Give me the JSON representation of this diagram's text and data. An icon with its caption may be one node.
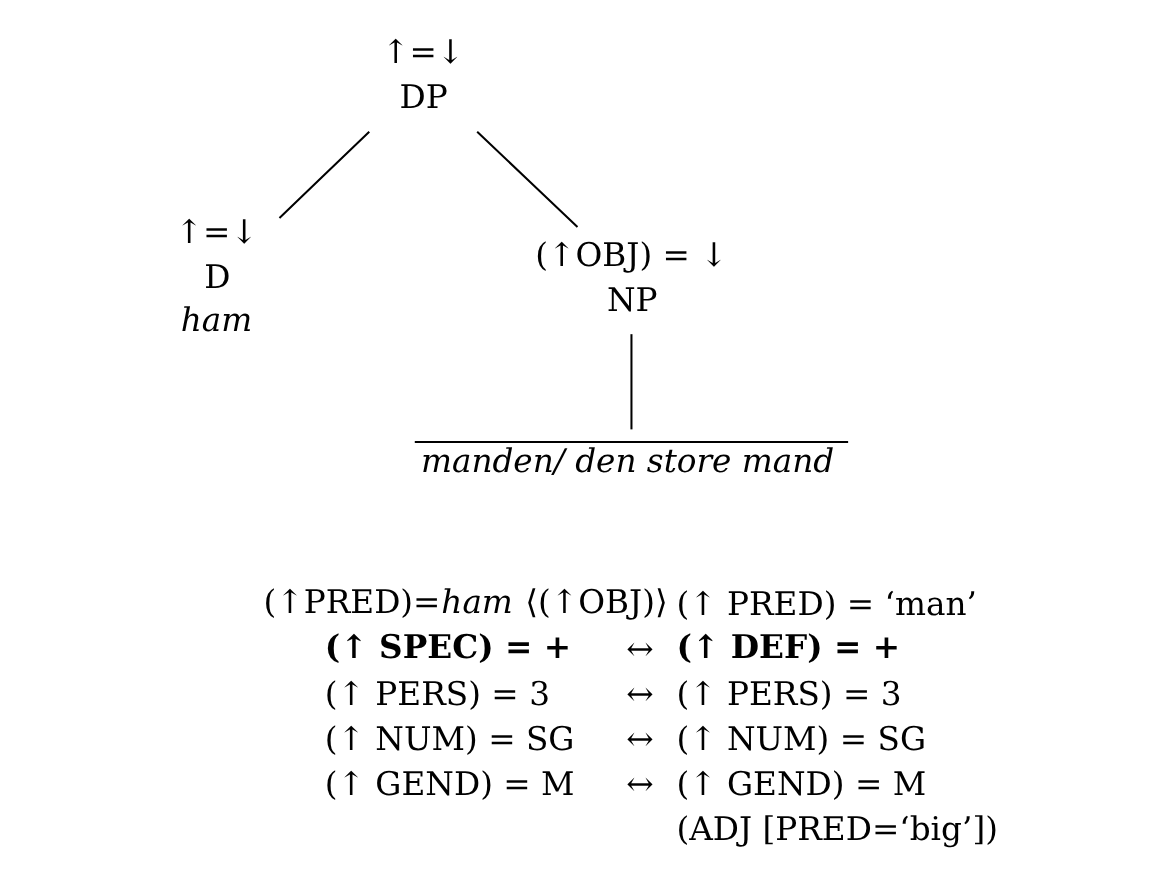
{
  "diagram": {
    "nodes": [
      {
        "text": [
          "↑=↓",
          "DP"
        ]
      },
      {
        "text": [
          "↑=↓",
          "D",
          "ham"
        ]
      },
      {
        "text": [
          "(↑OBJ) = ↓",
          "NP"
        ]
      },
      {
        "text": [
          "manden/ den store mand"
        ]
      }
    ],
    "edges": [
      {
        "from": 0,
        "to": 1,
        "arrow": "none"
      },
      {
        "from": 0,
        "to": 2,
        "arrow": "none"
      },
      {
        "from": 2,
        "to": 3,
        "arrow": "none"
      }
    ],
    "labels": [
      "(↑PRED)=*ham* ⟨(↑OBJ)⟩",
      "(↑ PRED) = ‘man’",
      "(↑ SPEC) = +",
      "↔",
      "(↑ DEF) = +",
      "(↑ PERS) = 3",
      "↔",
      "(↑ PERS) = 3",
      "(↑ NUM) = SG",
      "↔",
      "(↑ NUM) = SG",
      "(↑ GEND) = M",
      "↔",
      "(↑ GEND) = M",
      "(ADJ [PRED=‘big’])"
    ]
  }
}
